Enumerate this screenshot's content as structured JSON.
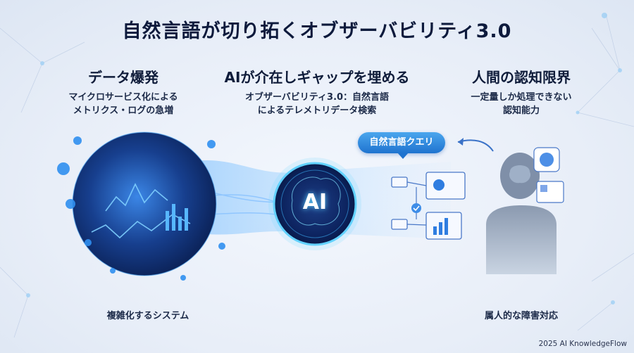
{
  "title": "自然言語が切り拓くオブザーバビリティ3.0",
  "columns": [
    {
      "heading": "データ爆発",
      "sub1": "マイクロサービス化による",
      "sub2": "メトリクス・ログの急増"
    },
    {
      "heading": "AIが介在しギャップを埋める",
      "sub1": "オブザーバビリティ3.0：自然言語",
      "sub2": "によるテレメトリデータ検索"
    },
    {
      "heading": "人間の認知限界",
      "sub1": "一定量しか処理できない",
      "sub2": "認知能力"
    }
  ],
  "bubble": "自然言語クエリ",
  "ai_label": "AI",
  "footer_left": "複雑化するシステム",
  "footer_right": "属人的な障害対応",
  "credit": "2025 AI KnowledgeFlow",
  "colors": {
    "accent": "#1f73cf",
    "dark_navy": "#0d1a3c",
    "glow": "#5fd3ff"
  }
}
